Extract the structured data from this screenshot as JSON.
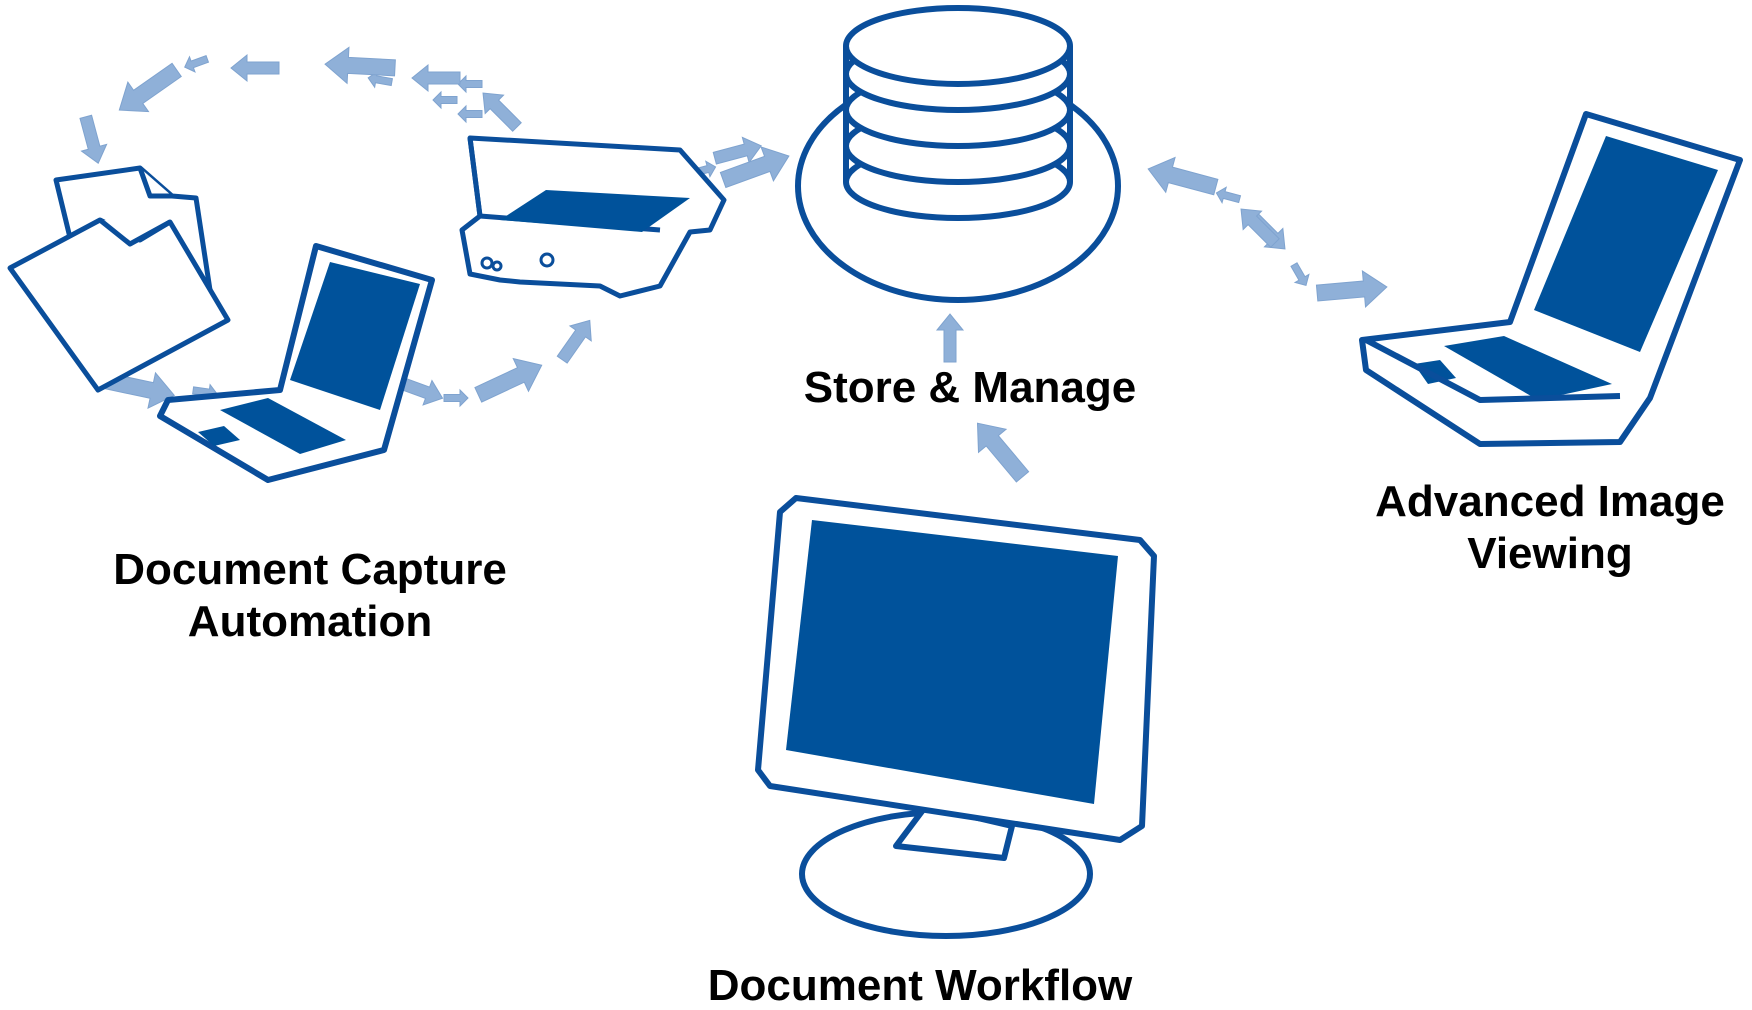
{
  "colors": {
    "primary": "#00529b",
    "outline": "#0a4e9b",
    "arrow": "#8fb0d8",
    "background": "#ffffff",
    "text": "#000000"
  },
  "labels": {
    "capture": {
      "line1": "Document Capture",
      "line2": "Automation"
    },
    "store": "Store & Manage",
    "viewing": {
      "line1": "Advanced Image",
      "line2": "Viewing"
    },
    "workflow": "Document Workflow"
  },
  "icons": {
    "documents": "documents-icon",
    "scanner": "scanner-icon",
    "laptop_left": "laptop-icon",
    "database": "database-icon",
    "laptop_right": "laptop-icon",
    "monitor": "monitor-icon"
  }
}
